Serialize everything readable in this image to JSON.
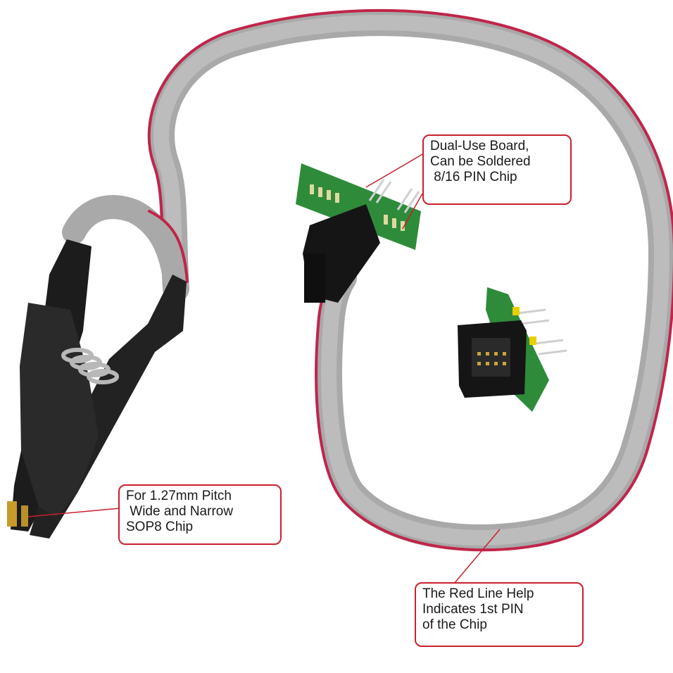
{
  "callouts": {
    "board": {
      "lines": [
        "Dual-Use Board,",
        "Can be Soldered",
        " 8/16 PIN Chip"
      ]
    },
    "clip": {
      "lines": [
        "For 1.27mm Pitch",
        " Wide and Narrow",
        "SOP8 Chip"
      ]
    },
    "red_line": {
      "lines": [
        "The Red Line Help",
        "Indicates 1st PIN",
        "of the Chip"
      ]
    }
  },
  "colors": {
    "cable_gray": "#a9a9a9",
    "cable_red_stripe": "#c0254a",
    "clip_black": "#1c1c1c",
    "pcb_green": "#2e8b3a",
    "callout_border": "#c8202c",
    "header_pin_gold": "#e8d000"
  }
}
